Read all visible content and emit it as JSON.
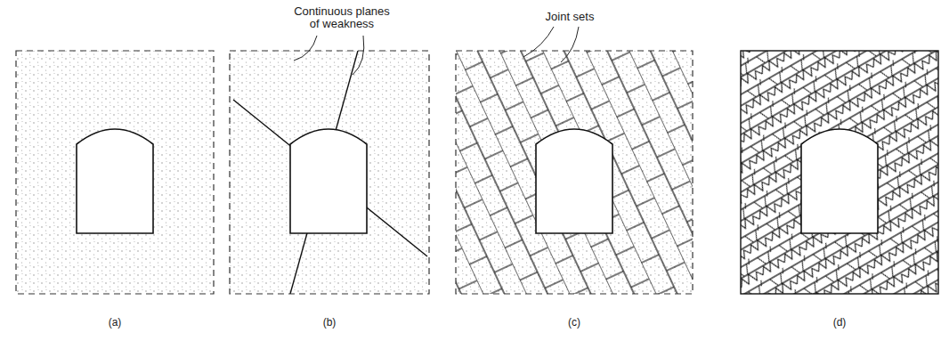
{
  "diagram": {
    "labels": [
      "Continuous planes of weakness",
      "Joint sets",
      "(a)",
      "(b)",
      "(c)",
      "(d)"
    ]
  }
}
